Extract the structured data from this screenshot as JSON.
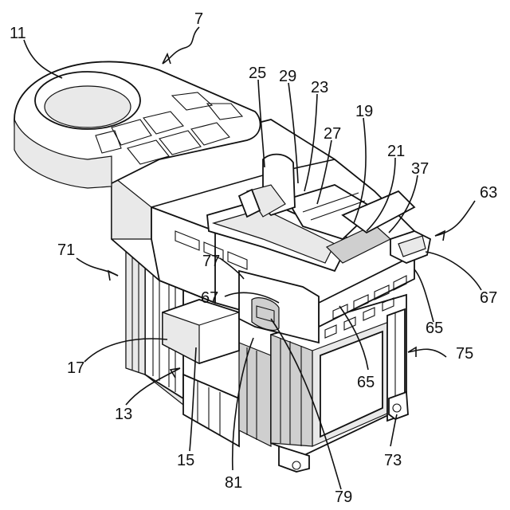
{
  "refs": {
    "r11": "11",
    "r7": "7",
    "r25": "25",
    "r29": "29",
    "r23": "23",
    "r19": "19",
    "r27": "27",
    "r21": "21",
    "r37": "37",
    "r63": "63",
    "r71": "71",
    "r77": "77",
    "r67_left": "67",
    "r67_right": "67",
    "r65_right": "65",
    "r75": "75",
    "r17": "17",
    "r65_bottom": "65",
    "r13": "13",
    "r15": "15",
    "r73": "73",
    "r81": "81",
    "r79": "79"
  },
  "colors": {
    "line": "#111111",
    "background": "#ffffff"
  }
}
